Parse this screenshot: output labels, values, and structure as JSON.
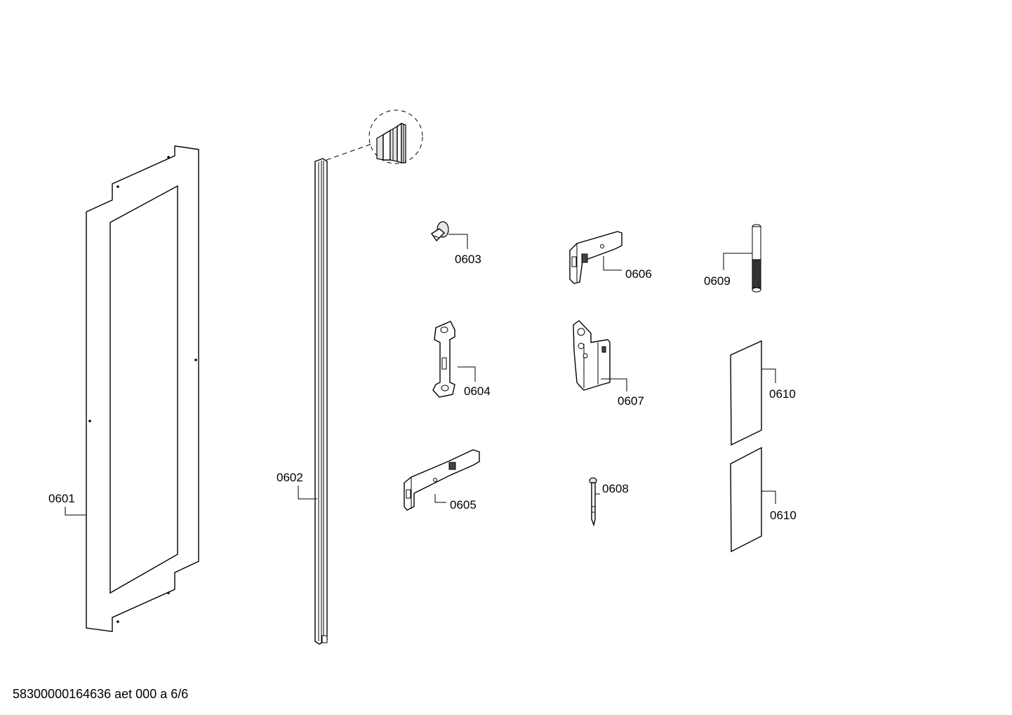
{
  "diagram": {
    "parts": [
      {
        "id": "p0601",
        "label": "0601"
      },
      {
        "id": "p0602",
        "label": "0602"
      },
      {
        "id": "p0603",
        "label": "0603"
      },
      {
        "id": "p0604",
        "label": "0604"
      },
      {
        "id": "p0605",
        "label": "0605"
      },
      {
        "id": "p0606",
        "label": "0606"
      },
      {
        "id": "p0607",
        "label": "0607"
      },
      {
        "id": "p0608",
        "label": "0608"
      },
      {
        "id": "p0609",
        "label": "0609"
      },
      {
        "id": "p0610a",
        "label": "0610"
      },
      {
        "id": "p0610b",
        "label": "0610"
      }
    ]
  },
  "footer": {
    "text": "58300000164636 aet 000 a 6/6"
  }
}
